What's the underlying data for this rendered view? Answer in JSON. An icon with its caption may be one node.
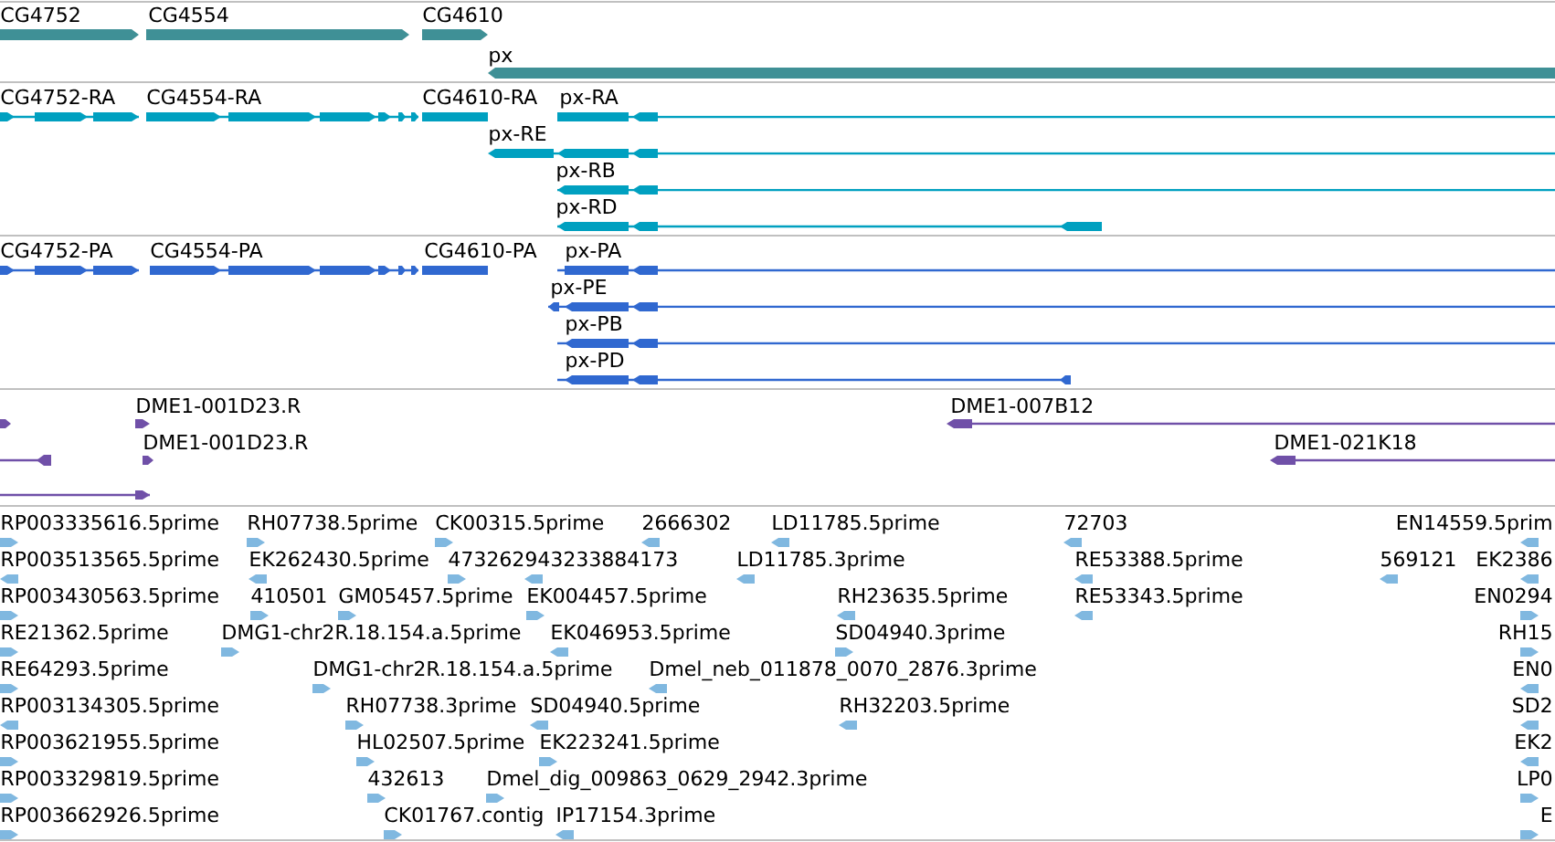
{
  "diagram": {
    "labels": [
      "CG4752",
      "CG4554",
      "CG4610",
      "px",
      "CG4752-RA",
      "CG4554-RA",
      "CG4610-RA",
      "px-RA",
      "px-RE",
      "px-RB",
      "px-RD",
      "CG4752-PA",
      "CG4554-PA",
      "CG4610-PA",
      "px-PA",
      "px-PE",
      "px-PB",
      "px-PD",
      "DME1-001D23.R",
      "DME1-007B12",
      "DME1-001D23.R",
      "DME1-021K18",
      "RP003335616.5prime",
      "RH07738.5prime",
      "CK00315.5prime",
      "2666302",
      "LD11785.5prime",
      "72703",
      "EN14559.5prim",
      "RP003513565.5prime",
      "EK262430.5prime",
      "473262943233884173",
      "LD11785.3prime",
      "RE53388.5prime",
      "569121",
      "EK2386",
      "RP003430563.5prime",
      "410501",
      "GM05457.5prime",
      "EK004457.5prime",
      "RH23635.5prime",
      "RE53343.5prime",
      "EN0294",
      "RE21362.5prime",
      "DMG1-chr2R.18.154.a.5prime",
      "EK046953.5prime",
      "SD04940.3prime",
      "RH15",
      "RE64293.5prime",
      "DMG1-chr2R.18.154.a.5prime",
      "Dmel_neb_011878_0070_2876.3prime",
      "EN0",
      "RP003134305.5prime",
      "RH07738.3prime",
      "SD04940.5prime",
      "RH32203.5prime",
      "SD2",
      "RP003621955.5prime",
      "HL02507.5prime",
      "EK223241.5prime",
      "EK2",
      "RP003329819.5prime",
      "432613",
      "Dmel_dig_009863_0629_2942.3prime",
      "LP0",
      "RP003662926.5prime",
      "CK01767.contig",
      "IP17154.3prime",
      "E"
    ]
  }
}
